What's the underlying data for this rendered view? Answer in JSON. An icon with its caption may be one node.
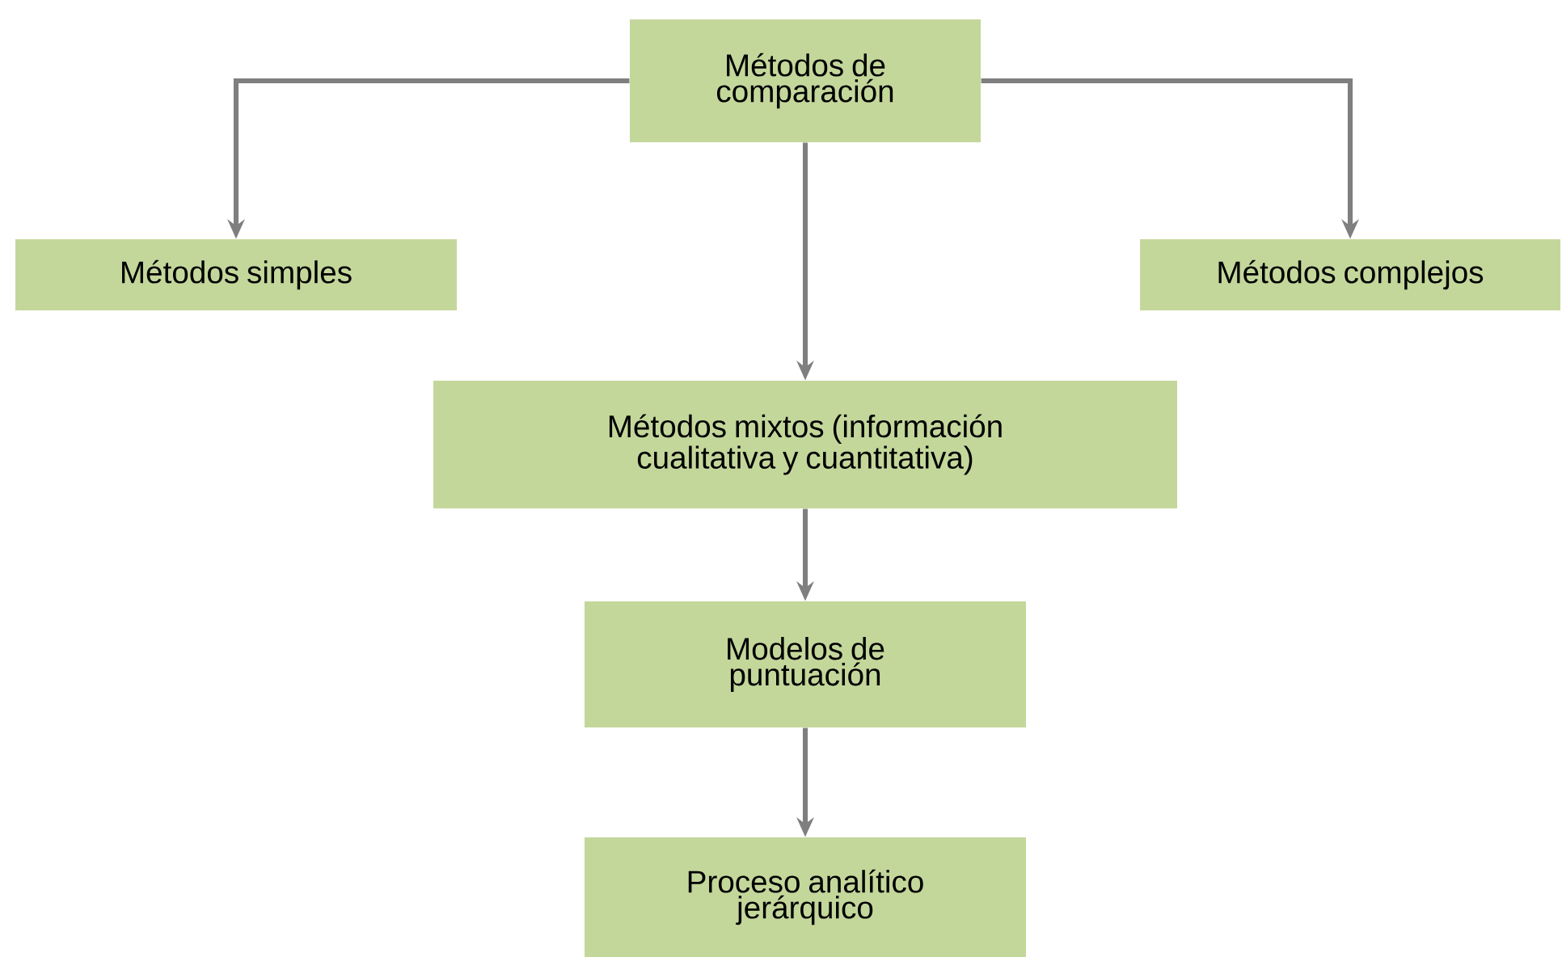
{
  "diagram": {
    "nodes": [
      {
        "text": [
          "Métodos de comparación"
        ]
      },
      {
        "text": [
          "Métodos simples"
        ]
      },
      {
        "text": [
          "Métodos complejos"
        ]
      },
      {
        "text": [
          "Métodos mixtos (información cualitativa y cuantitativa)"
        ]
      },
      {
        "text": [
          "Modelos de puntuación"
        ]
      },
      {
        "text": [
          "Proceso analítico jerárquico"
        ]
      }
    ],
    "edges": [
      {
        "from": 0,
        "to": 1,
        "arrow": "to"
      },
      {
        "from": 0,
        "to": 2,
        "arrow": "to"
      },
      {
        "from": 0,
        "to": 3,
        "arrow": "to"
      },
      {
        "from": 3,
        "to": 4,
        "arrow": "to"
      },
      {
        "from": 4,
        "to": 5,
        "arrow": "to"
      }
    ]
  }
}
